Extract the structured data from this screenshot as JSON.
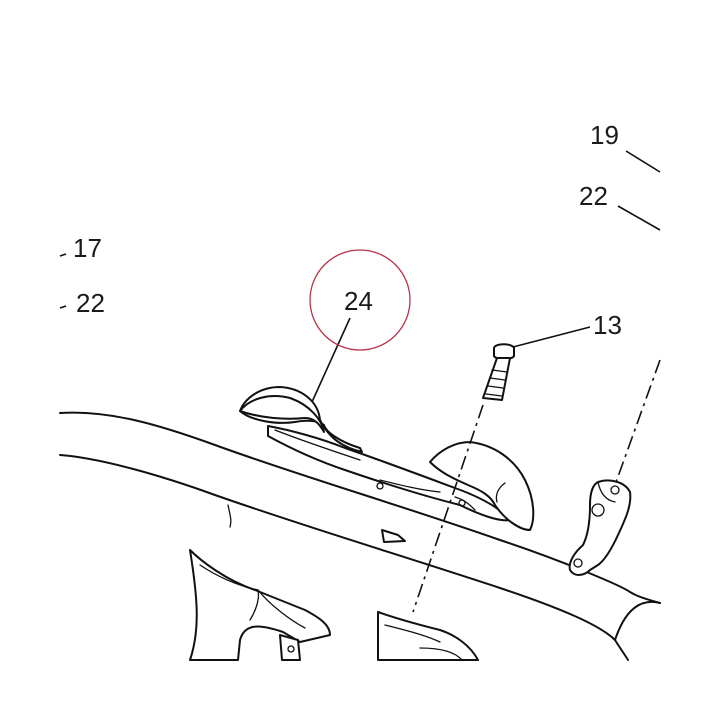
{
  "diagram": {
    "callouts": [
      {
        "id": "c19",
        "label": "19"
      },
      {
        "id": "c22a",
        "label": "22"
      },
      {
        "id": "c17",
        "label": "17"
      },
      {
        "id": "c22b",
        "label": "22"
      },
      {
        "id": "c24",
        "label": "24",
        "highlighted": true
      },
      {
        "id": "c13",
        "label": "13"
      }
    ],
    "colors": {
      "line": "#111111",
      "highlight_circle": "#b8334a",
      "background": "#ffffff"
    }
  }
}
